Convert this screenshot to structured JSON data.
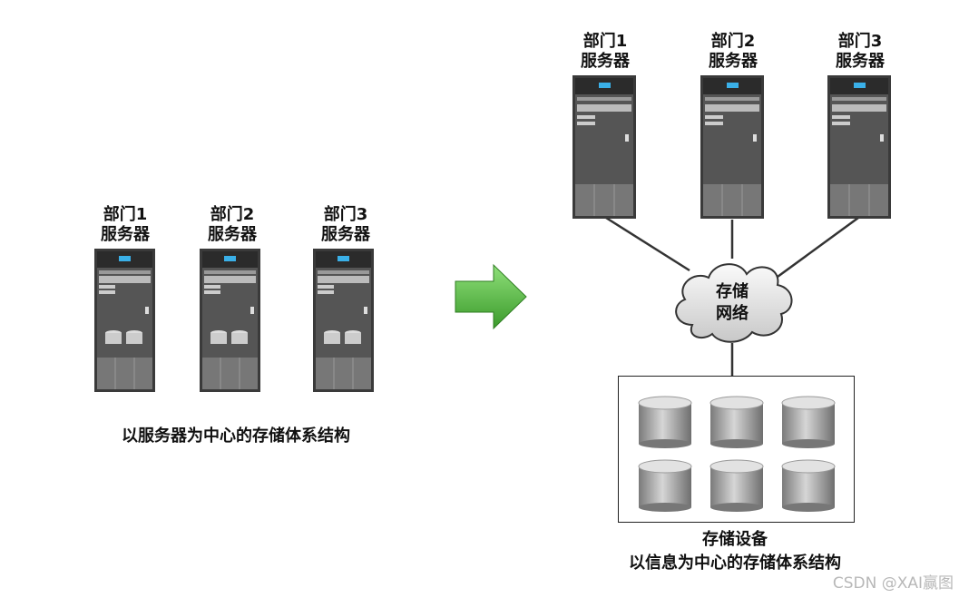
{
  "left": {
    "servers": [
      {
        "dept": "部门1",
        "role": "服务器"
      },
      {
        "dept": "部门2",
        "role": "服务器"
      },
      {
        "dept": "部门3",
        "role": "服务器"
      }
    ],
    "caption": "以服务器为中心的存储体系结构"
  },
  "right": {
    "servers": [
      {
        "dept": "部门1",
        "role": "服务器"
      },
      {
        "dept": "部门2",
        "role": "服务器"
      },
      {
        "dept": "部门3",
        "role": "服务器"
      }
    ],
    "network": {
      "line1": "存储",
      "line2": "网络"
    },
    "storage_label": "存储设备",
    "caption": "以信息为中心的存储体系结构"
  },
  "watermark": "CSDN @XAI赢图",
  "colors": {
    "arrow": "#4cae3c",
    "server_body": "#4a4a4a",
    "disk": "#a9a9a9"
  }
}
